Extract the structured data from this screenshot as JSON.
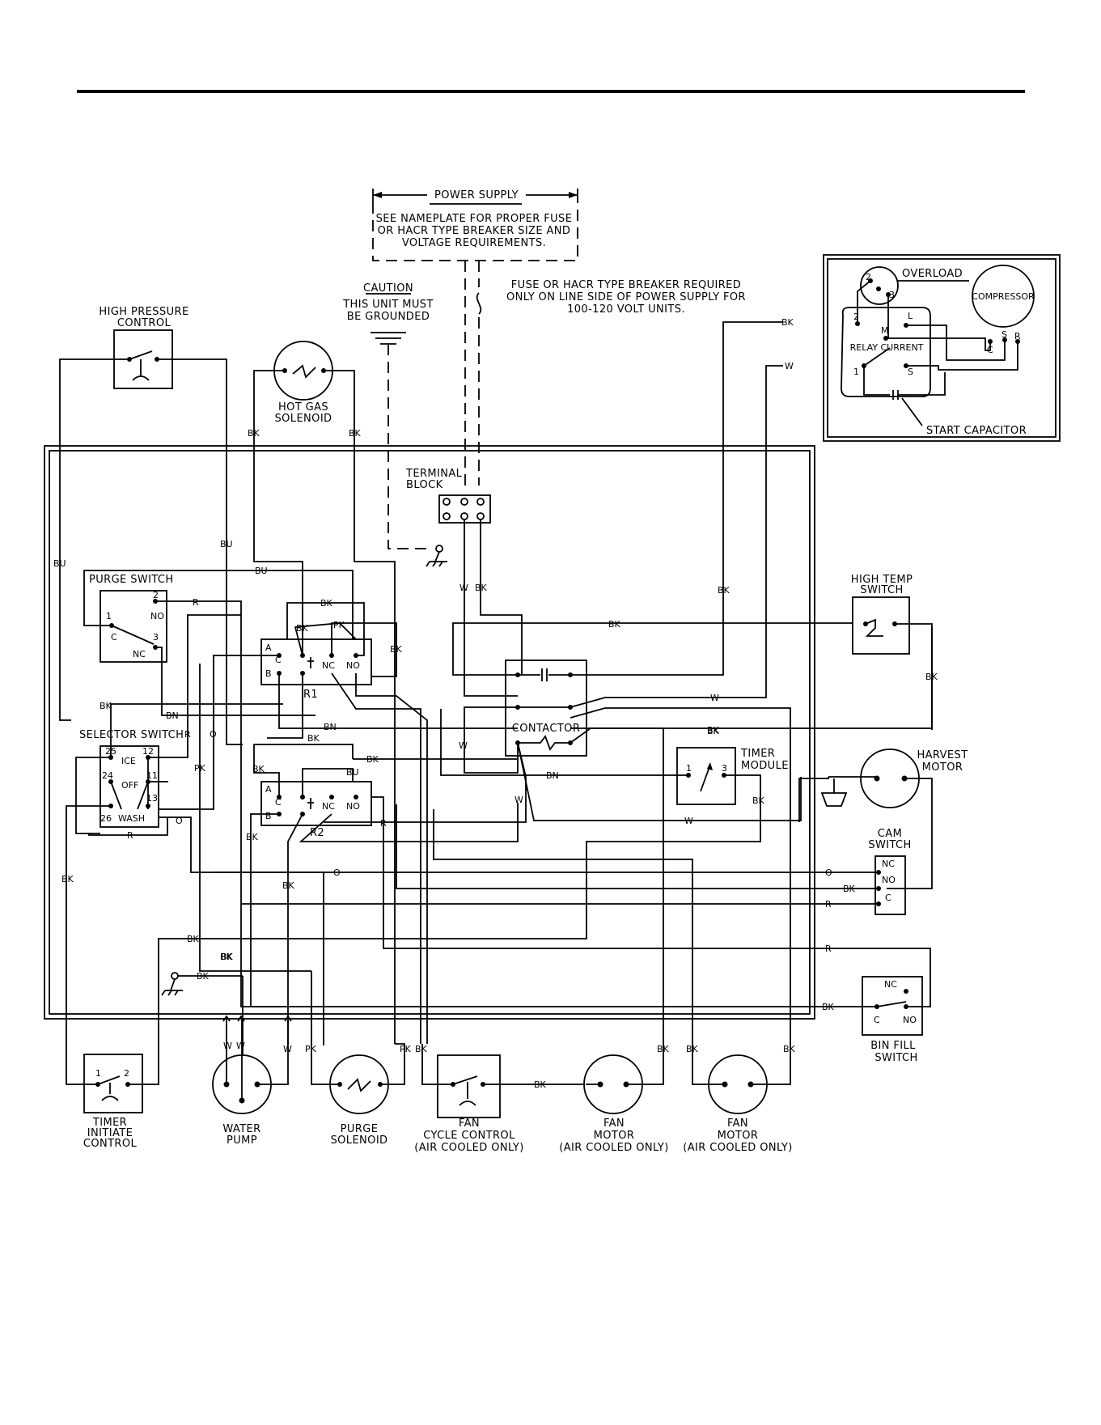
{
  "labels": {
    "power_supply": "POWER SUPPLY",
    "nameplate_1": "SEE NAMEPLATE FOR PROPER FUSE",
    "nameplate_2": "OR HACR TYPE BREAKER SIZE AND",
    "nameplate_3": "VOLTAGE REQUIREMENTS.",
    "caution": "CAUTION",
    "grounded_1": "THIS UNIT MUST",
    "grounded_2": "BE GROUNDED",
    "fuse_1": "FUSE OR HACR TYPE BREAKER REQUIRED",
    "fuse_2": "ONLY ON LINE SIDE OF POWER SUPPLY FOR",
    "fuse_3": "100-120 VOLT UNITS.",
    "high_pressure_1": "HIGH PRESSURE",
    "high_pressure_2": "CONTROL",
    "hot_gas_1": "HOT GAS",
    "hot_gas_2": "SOLENOID",
    "terminal_1": "TERMINAL",
    "terminal_2": "BLOCK",
    "purge_switch": "PURGE SWITCH",
    "selector_switch": "SELECTOR SWITCH",
    "contactor": "CONTACTOR",
    "timer_module_1": "TIMER",
    "timer_module_2": "MODULE",
    "high_temp_1": "HIGH TEMP",
    "high_temp_2": "SWITCH",
    "harvest_1": "HARVEST",
    "harvest_2": "MOTOR",
    "cam_1": "CAM",
    "cam_2": "SWITCH",
    "bin_fill_1": "BIN FILL",
    "bin_fill_2": "SWITCH",
    "overload": "OVERLOAD",
    "compressor": "COMPRESSOR",
    "relay_current": "RELAY CURRENT",
    "start_capacitor": "START CAPACITOR",
    "timer_initiate_1": "TIMER",
    "timer_initiate_2": "INITIATE",
    "timer_initiate_3": "CONTROL",
    "water_pump_1": "WATER",
    "water_pump_2": "PUMP",
    "purge_solenoid_1": "PURGE",
    "purge_solenoid_2": "SOLENOID",
    "fan_cycle_1": "FAN",
    "fan_cycle_2": "CYCLE CONTROL",
    "fan_cycle_3": "(AIR COOLED ONLY)",
    "fan_motor_1a": "FAN",
    "fan_motor_1b": "MOTOR",
    "fan_motor_1c": "(AIR COOLED ONLY)",
    "fan_motor_2a": "FAN",
    "fan_motor_2b": "MOTOR",
    "fan_motor_2c": "(AIR COOLED ONLY)",
    "r1": "R1",
    "r2": "R2",
    "ice": "ICE",
    "off": "OFF",
    "wash": "WASH"
  },
  "terminals": {
    "one": "1",
    "two": "2",
    "three": "3",
    "c": "C",
    "nc": "NC",
    "no": "NO",
    "a": "A",
    "b": "B",
    "l": "L",
    "m": "M",
    "s": "S",
    "r": "R",
    "t25": "25",
    "t12": "12",
    "t24": "24",
    "t11": "11",
    "t26": "26",
    "t13": "13"
  },
  "wire_colors": {
    "bk": "BK",
    "bu": "BU",
    "w": "W",
    "r": "R",
    "o": "O",
    "pk": "PK",
    "bn": "BN"
  },
  "style": {
    "line_color": "#000000",
    "background": "#ffffff"
  }
}
